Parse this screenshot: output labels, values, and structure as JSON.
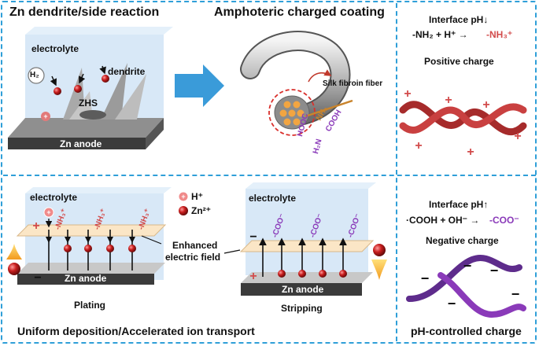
{
  "top": {
    "title_left": "Zn dendrite/side reaction",
    "title_center": "Amphoteric charged coating",
    "electrolyte": "electrolyte",
    "h2": "H₂",
    "dendrite": "dendrite",
    "zhs": "ZHS",
    "zn_anode": "Zn anode",
    "fiber_label": "Silk fibroin fiber",
    "hooc": "HOOC",
    "nh2": "NH₂",
    "cooh": "COOH",
    "h2n": "H₂N"
  },
  "right": {
    "interface_low": "Interface pH↓",
    "eq_low_left": "-NH₂ + H⁺ →",
    "eq_low_right": "-NH₃⁺",
    "positive": "Positive charge",
    "interface_high": "Interface pH↑",
    "eq_high_left": "·COOH + OH⁻ →",
    "eq_high_right": "-COO⁻",
    "negative": "Negative charge",
    "footer": "pH-controlled charge"
  },
  "bottom": {
    "electrolyte_left": "electrolyte",
    "electrolyte_right": "electrolyte",
    "legend_h": "H⁺",
    "legend_zn": "Zn²⁺",
    "nh3": "-NH₃⁺",
    "coo": "-COO⁻",
    "field_line1": "Enhanced",
    "field_line2": "electric field",
    "zn_anode": "Zn anode",
    "plating": "Plating",
    "stripping": "Stripping",
    "footer": "Uniform deposition/Accelerated ion transport"
  },
  "colors": {
    "border": "#2f9fd8",
    "positive": "#d24b4b",
    "negative": "#8a3ab9",
    "arrow": "#3a9bd9"
  }
}
